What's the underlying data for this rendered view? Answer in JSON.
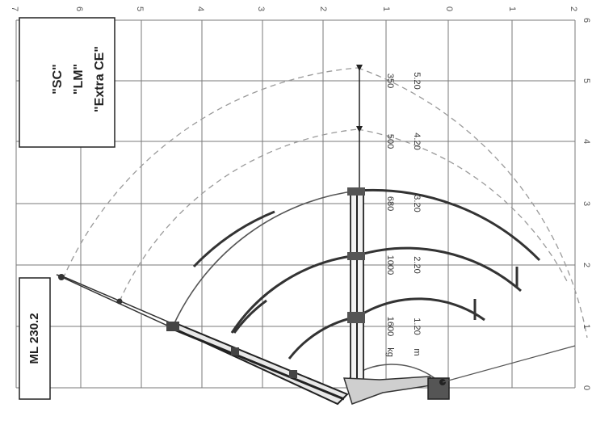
{
  "model": "ML 230.2",
  "variants": [
    "\"SC\"",
    "\"LM\"",
    "\"Extra CE\""
  ],
  "units": {
    "load": "kg",
    "reach": "m"
  },
  "reach_axis_ticks": [
    "0",
    "1",
    "2",
    "3",
    "4",
    "5",
    "6"
  ],
  "height_axis_ticks": [
    "7",
    "6",
    "5",
    "4",
    "3",
    "2",
    "1",
    "0",
    "1",
    "2"
  ],
  "load_chart": [
    {
      "load": "1600",
      "reach": "1.20"
    },
    {
      "load": "1000",
      "reach": "2.20"
    },
    {
      "load": "680",
      "reach": "3.20"
    },
    {
      "load": "500",
      "reach": "4.20"
    },
    {
      "load": "350",
      "reach": "5.20"
    }
  ],
  "colors": {
    "grid": "#7a7a7a",
    "ink": "#2a2a2a",
    "paper": "#ffffff",
    "arc_light": "#9a9a9a"
  }
}
